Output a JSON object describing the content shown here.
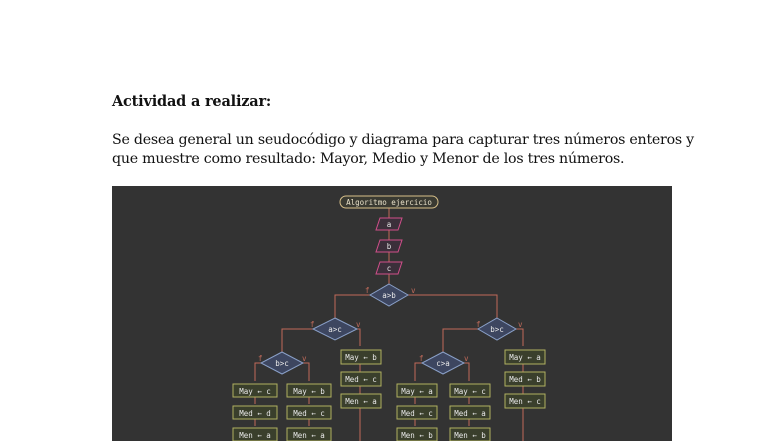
{
  "document": {
    "heading": "Actividad a realizar:",
    "paragraph_lines": [
      "Se desea general un seudocódigo y diagrama para capturar tres números enteros y",
      "que muestre como resultado: Mayor, Medio y Menor de los tres números."
    ]
  },
  "flowchart": {
    "title": "Algoritmo ejercicio",
    "inputs": [
      "a",
      "b",
      "c"
    ],
    "decisions": {
      "root": "a>b",
      "left": "a>c",
      "left_inner": "b>c",
      "right": "b>c",
      "right_inner": "c>a"
    },
    "branch_labels": {
      "false": "f",
      "true": "v"
    },
    "assignments": {
      "col1": [
        "May ← c",
        "Med ← d",
        "Men ← a"
      ],
      "col2": [
        "May ← b",
        "Med ← c",
        "Men ← a"
      ],
      "col3": [
        "May ← b",
        "Med ← c",
        "Men ← a"
      ],
      "col4": [
        "May ← a",
        "Med ← c",
        "Men ← b"
      ],
      "col5": [
        "May ← c",
        "Med ← a",
        "Men ← b"
      ],
      "col6": [
        "May ← a",
        "Med ← b",
        "Men ← c"
      ]
    },
    "colors": {
      "background": "#333333",
      "line": "#c06a5a",
      "title_border": "#d8c08a",
      "input_border": "#d04f8a",
      "decision_fill": "#3d4660",
      "decision_border": "#8aa0c8",
      "assign_fill": "#3a3f2c",
      "assign_border": "#b0b060",
      "text": "#e8e8e8"
    }
  }
}
